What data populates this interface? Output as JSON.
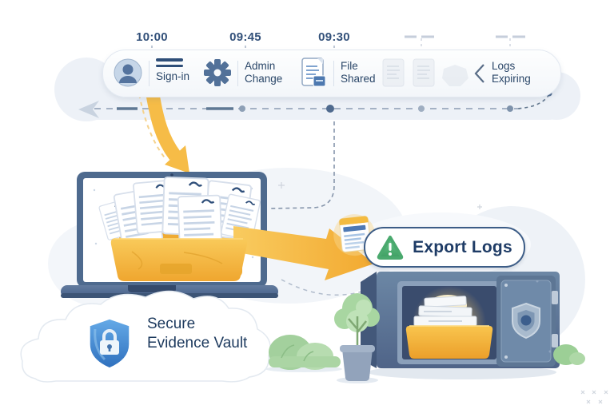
{
  "timeline": {
    "timestamps": [
      "10:00",
      "09:45",
      "09:30"
    ],
    "events": [
      {
        "icon": "user-circle-icon",
        "label": "Sign-in"
      },
      {
        "icon": "gear-icon",
        "label": "Admin Change"
      },
      {
        "icon": "document-share-icon",
        "label": "File Shared"
      },
      {
        "icon": "chevron-left-icon",
        "label": "Logs Expiring"
      }
    ]
  },
  "export_button": {
    "icon": "alert-triangle-icon",
    "label": "Export Logs"
  },
  "vault": {
    "icon": "shield-lock-icon",
    "label_line1": "Secure",
    "label_line2": "Evidence Vault"
  },
  "icons": {
    "timeline_start": "arrow-left-icon",
    "faded_events": "faded-documents-icon",
    "safe_door": "shield-icon",
    "laptop_folder": "folder-documents",
    "safe_contents": "folder-documents-glow"
  },
  "colors": {
    "accent_yellow": "#F6BC47",
    "navy_text": "#1F3C66",
    "green_alert": "#4FAE77",
    "safe_blue": "#5D7697",
    "shield_blue": "#3B82CC",
    "bush_green": "#ABD5A4",
    "cloud_gray": "#EDF1F7"
  }
}
